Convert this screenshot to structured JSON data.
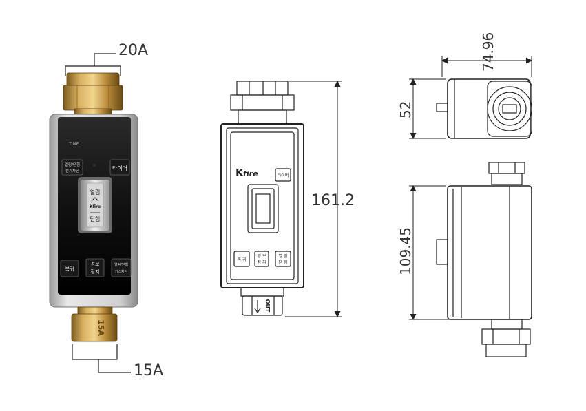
{
  "dimensions": {
    "inlet_size": "20A",
    "outlet_size": "15A",
    "front_height": "161.2",
    "top_width": "74.96",
    "top_depth": "52",
    "side_body_height": "109.45"
  },
  "photo_panel": {
    "time_label": "TIME",
    "open_close_button": "열림/닫힘",
    "electric_cutoff": "전기차단",
    "timer_button": "타이머",
    "open_label": "열림",
    "close_label": "닫힘",
    "brand": "Kfire",
    "reset_button": "복귀",
    "alarm_stop_line1": "경보",
    "alarm_stop_line2": "정지",
    "gas_cutoff_line1": "열림/닫힘",
    "gas_cutoff_line2": "가스차단",
    "pipe_stamp": "15A"
  },
  "drawing_panel": {
    "brand_k": "K",
    "brand_rest": "fire",
    "timer_button": "타이머",
    "reset_button": "복 귀",
    "alarm_stop_line1": "경 보",
    "alarm_stop_line2": "정 지",
    "open_close_line1": "열 림",
    "open_close_line2": "닫 힘",
    "outlet_label": "OUT"
  }
}
